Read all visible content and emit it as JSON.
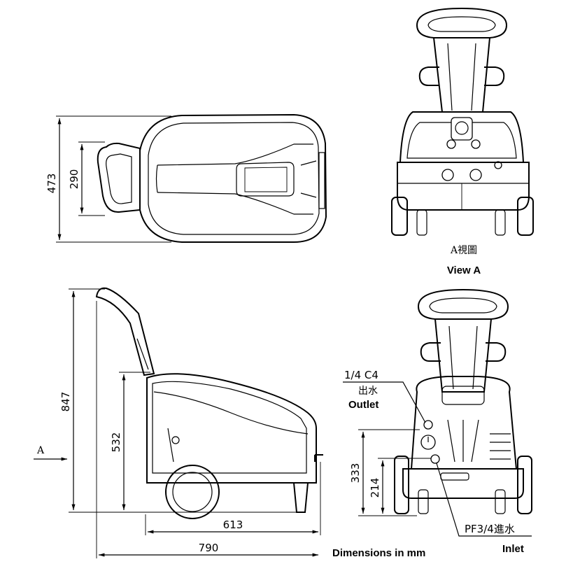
{
  "dimensions": {
    "top_width": "473",
    "top_handle_width": "290",
    "side_height": "847",
    "side_body_height": "532",
    "side_wheel_length": "613",
    "side_total_length": "790",
    "rear_outlet_height": "333",
    "rear_inlet_height": "214"
  },
  "labels": {
    "view_arrow": "A",
    "view_a_cjk": "A視圖",
    "view_a": "View A",
    "outlet_spec": "1/4 C4",
    "outlet_cjk": "出水",
    "outlet": "Outlet",
    "inlet_spec": "PF3/4進水",
    "inlet": "Inlet",
    "units_note": "Dimensions in mm"
  }
}
